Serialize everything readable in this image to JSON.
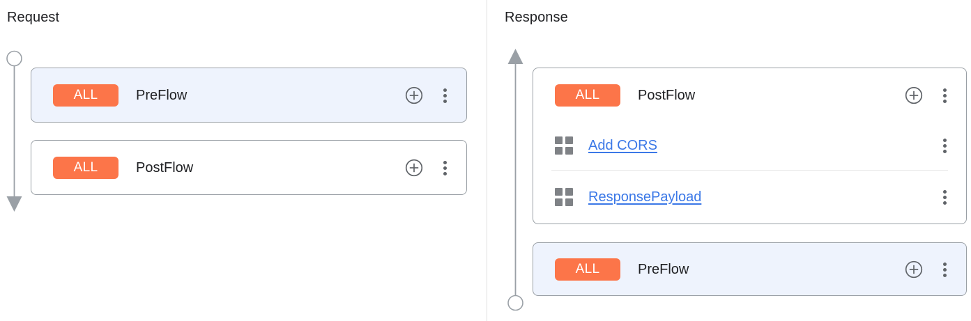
{
  "panels": {
    "request": {
      "title": "Request",
      "track": {
        "start_marker": "circle",
        "end_marker": "arrow-down",
        "direction": "down"
      },
      "cards": [
        {
          "name": "PreFlow",
          "badge": "ALL",
          "selected": true,
          "add_icon": "plus-circle-icon",
          "more_icon": "more-vertical-icon",
          "policies": []
        },
        {
          "name": "PostFlow",
          "badge": "ALL",
          "selected": false,
          "add_icon": "plus-circle-icon",
          "more_icon": "more-vertical-icon",
          "policies": []
        }
      ]
    },
    "response": {
      "title": "Response",
      "track": {
        "start_marker": "circle",
        "end_marker": "arrow-up",
        "direction": "up"
      },
      "cards": [
        {
          "name": "PostFlow",
          "badge": "ALL",
          "selected": false,
          "add_icon": "plus-circle-icon",
          "more_icon": "more-vertical-icon",
          "policies": [
            {
              "label": "Add CORS",
              "icon": "grid-icon",
              "more_icon": "more-vertical-icon"
            },
            {
              "label": "ResponsePayload",
              "icon": "grid-icon",
              "more_icon": "more-vertical-icon"
            }
          ]
        },
        {
          "name": "PreFlow",
          "badge": "ALL",
          "selected": true,
          "add_icon": "plus-circle-icon",
          "more_icon": "more-vertical-icon",
          "policies": []
        }
      ]
    }
  },
  "colors": {
    "badge_background": "#fc7549",
    "badge_text": "#ffffff",
    "selected_card_background": "#eef3fd",
    "card_border": "#9aa0a6",
    "link": "#3b78e7",
    "icon_gray": "#5f6368",
    "grid_icon_gray": "#7f8286",
    "divider": "#e0e0e0",
    "page_background": "#ffffff"
  }
}
